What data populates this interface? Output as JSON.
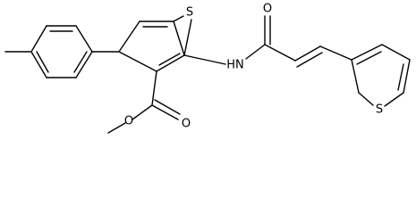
{
  "molecule": {
    "atom_labels": {
      "thiophene_core_sulfur": "S",
      "thiophene_side_sulfur": "S",
      "amide_nitrogen": "HN",
      "amide_oxygen": "O",
      "ester_carbonyl_oxygen": "O",
      "ester_ether_oxygen": "O"
    },
    "colors": {
      "bond": "#000000",
      "label": "#000000",
      "background": "#ffffff"
    }
  }
}
